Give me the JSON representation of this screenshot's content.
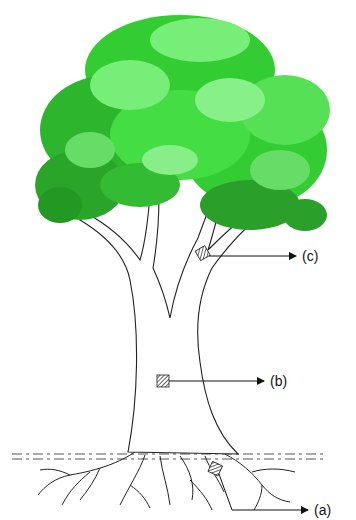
{
  "diagram": {
    "labels": [
      "(c)",
      "(b)",
      "(a)"
    ]
  }
}
